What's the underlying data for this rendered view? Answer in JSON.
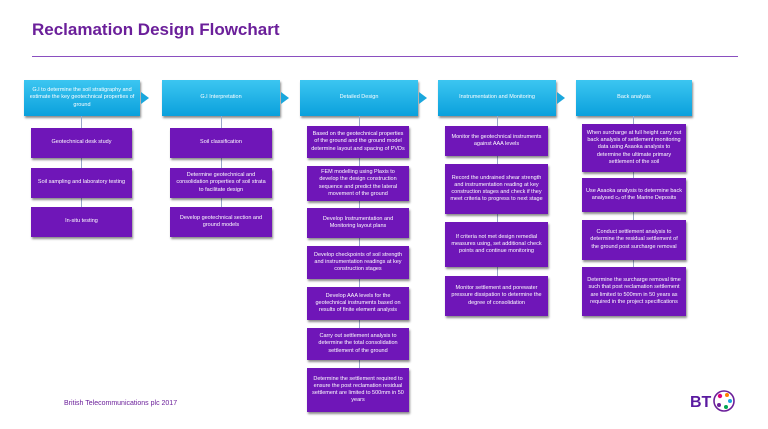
{
  "title": "Reclamation Design Flowchart",
  "footer": "British Telecommunications plc 2017",
  "logo_text": "BT",
  "headers": [
    "G.I to determine the soil stratigraphy and estimate the key geotechnical properties of ground",
    "G.I  Interpretation",
    "Detailed Design",
    "Instrumentation and Monitoring",
    "Back analysis"
  ],
  "col1": [
    "Geotechnical desk study",
    "Soil sampling and laboratory testing",
    "In-situ testing"
  ],
  "col2": [
    "Soil classification",
    "Determine geotechnical and consolidation properties of soil strata to facilitate design",
    "Develop geotechnical section and ground models"
  ],
  "col3": [
    "Based on the geotechnical properties of the ground and the ground model determine layout and spacing of PVDs",
    "FEM modelling using Plaxis to develop the design construction sequence and predict the lateral movement of the ground",
    "Develop Instrumentation and Monitoring layout plans",
    "Develop  checkpoints of soil strength and instrumentation readings at key construction stages",
    "Develop AAA levels for the geotechnical instruments based on results of finite element analysis",
    "Carry out settlement analysis to determine the total consolidation settlement of the ground",
    "Determine the settlement required to ensure the post reclamation residual settlement are limited to 500mm in 50 years"
  ],
  "col4": [
    "Monitor the geotechnical instruments against AAA levels",
    "Record the undrained shear strength and instrumentation reading at key construction stages and check if they meet criteria to progress to next stage",
    "If criteria not met design remedial measures using, set additional check points and  continue monitoring",
    "Monitor settlement and porewater pressure dissipation to determine the degree of consolidation"
  ],
  "col5": [
    "When surcharge at full height carry out back analysis of settlement monitoring data using Asaoka analysis to determine the ultimate primary settlement of the soil",
    "Use Asaoka analysis to determine back analysed cᵥ of the Marine Deposits",
    "Conduct settlement analysis to determine the residual settlement of the ground post surcharge removal",
    "Determine the surcharge removal time such that post reclamation settlement are limited to 500mm in 50 years as required in the project specifications"
  ],
  "colors": {
    "header": "#17a9e1",
    "box": "#6f16b8",
    "title": "#6b1f9a"
  }
}
